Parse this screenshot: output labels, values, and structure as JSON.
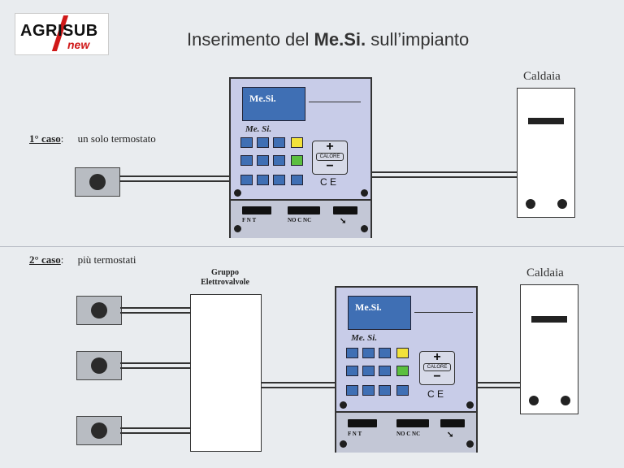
{
  "logo": {
    "text_main": "AGRISUB",
    "text_sub": "new"
  },
  "title": {
    "prefix": "Inserimento del ",
    "brand": "Me.Si.",
    "suffix": " sull’impianto"
  },
  "case1": {
    "label": "1° caso",
    "colon": ":",
    "desc": "un solo termostato",
    "boiler_label": "Caldaia"
  },
  "case2": {
    "label": "2° caso",
    "colon": ":",
    "desc": "più termostati",
    "group_label": "Gruppo Elettrovalvole",
    "boiler_label": "Caldaia"
  },
  "device": {
    "screen_text": "Me.Si.",
    "sub_text": "Me. Si.",
    "plus": "+",
    "minus": "−",
    "calore": "CALORE",
    "ce": "C E",
    "term_fnt": "F  N  T",
    "term_nocnc": "NO  C  NC"
  },
  "colors": {
    "screen": "#3f6fb4",
    "key_yellow": "#f2e23a",
    "key_green": "#5bbf3f",
    "panel": "#c8cce8"
  }
}
